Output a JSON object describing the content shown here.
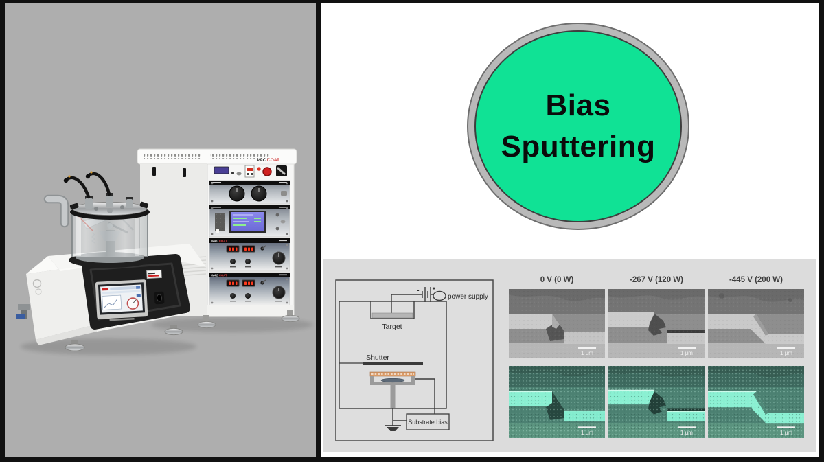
{
  "frame": {
    "background": "#111111"
  },
  "photo_panel": {
    "background": "#aeaeae",
    "rack": {
      "brand_vac": "VAC",
      "brand_coat": "COAT",
      "brand_red": "#cc2222"
    }
  },
  "title_badge": {
    "line1": "Bias",
    "line2": "Sputtering",
    "fill_color": "#10e295",
    "ring_color": "#b9b9b9"
  },
  "figure_panel": {
    "background": "#dcdcdc",
    "diagram": {
      "power_supply_label": "power supply",
      "target_label": "Target",
      "shutter_label": "Shutter",
      "substrate_bias_label": "Substrate bias",
      "battery_minus": "-",
      "battery_plus": "+"
    },
    "sem": {
      "columns": [
        "0 V (0 W)",
        "-267 V (120 W)",
        "-445 V (200 W)"
      ],
      "scale_label": "1 μm"
    }
  }
}
